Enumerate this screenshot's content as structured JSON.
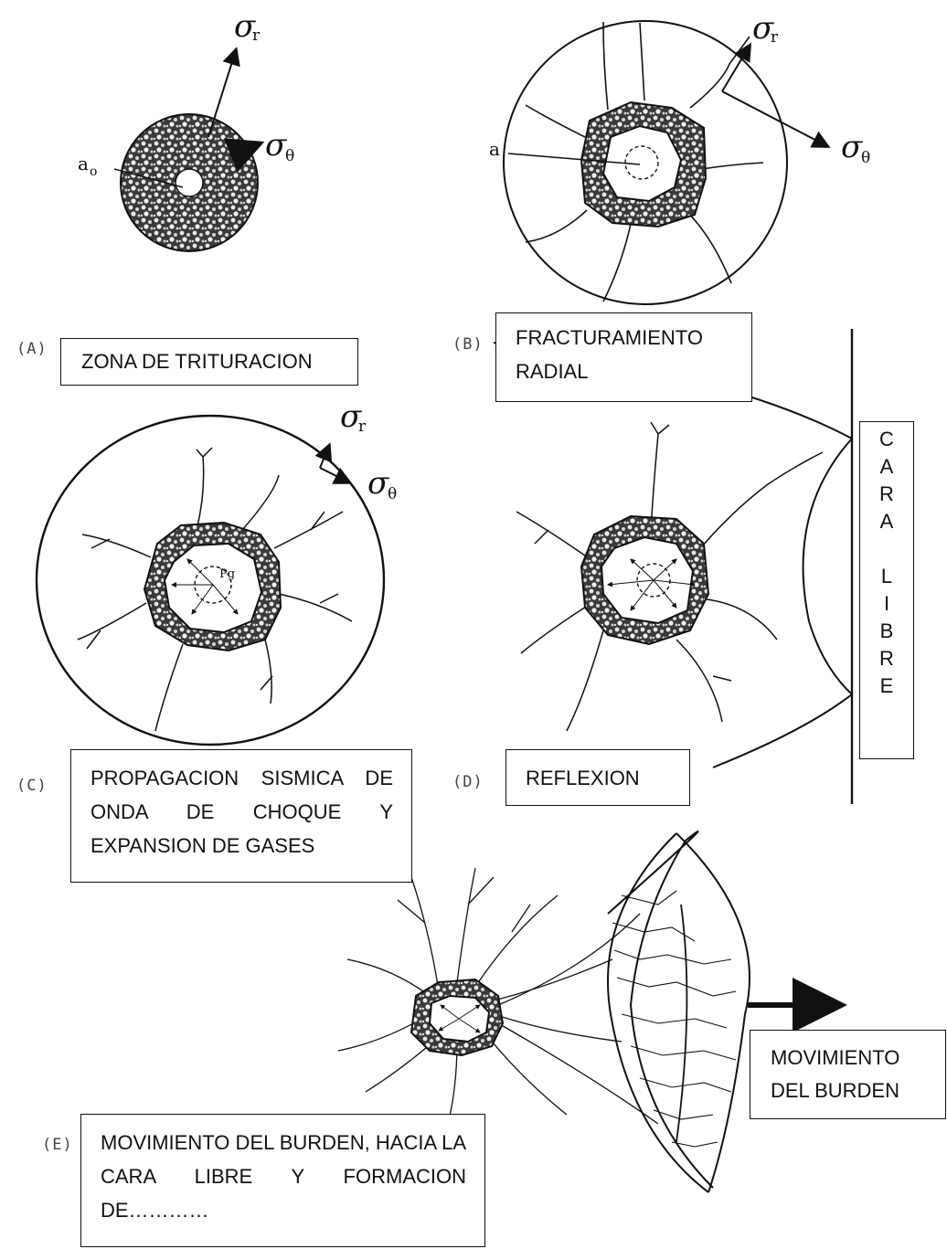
{
  "symbols": {
    "sigma_r_main": "σ",
    "sigma_r_sub": "r",
    "sigma_theta_main": "σ",
    "sigma_theta_sub": "θ",
    "a0_main": "a",
    "a0_sub": "o",
    "a_label": "a",
    "pg_label": "Pg"
  },
  "panels": {
    "a": {
      "letter": "(A)",
      "caption": "ZONA DE TRITURACION"
    },
    "b": {
      "letter": "(B)",
      "caption_line1": "FRACTURAMIENTO",
      "caption_line2": "RADIAL"
    },
    "c": {
      "letter": "(C)",
      "caption": "PROPAGACION SISMICA DE ONDA DE CHOQUE Y EXPANSION DE GASES"
    },
    "d": {
      "letter": "(D)",
      "caption": "REFLEXION",
      "free_face_letters": [
        "C",
        "A",
        "R",
        "A",
        "",
        "L",
        "I",
        "B",
        "R",
        "E"
      ]
    },
    "e": {
      "letter": "(E)",
      "caption": "MOVIMIENTO DEL BURDEN, HACIA LA CARA LIBRE Y FORMACION DE…………",
      "arrow_line1": "MOVIMIENTO",
      "arrow_line2": "DEL BURDEN"
    }
  }
}
